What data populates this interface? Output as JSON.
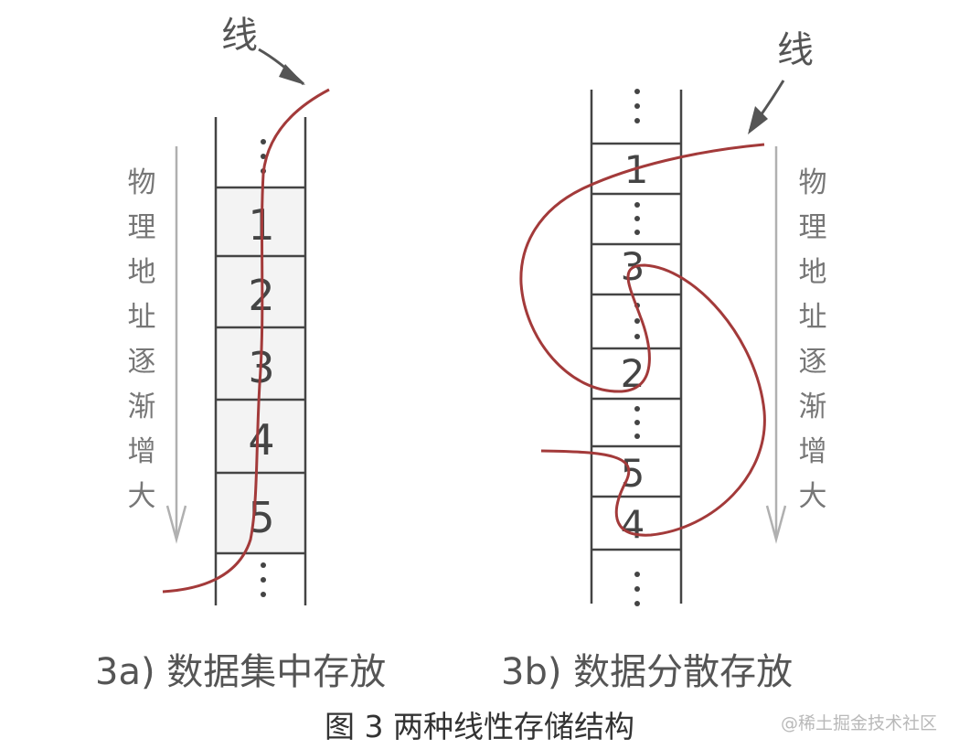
{
  "left_panel": {
    "line_label": "线",
    "axis_label_chars": [
      "物",
      "理",
      "地",
      "址",
      "逐",
      "渐",
      "增",
      "大"
    ],
    "cells": [
      "1",
      "2",
      "3",
      "4",
      "5"
    ],
    "caption": "3a) 数据集中存放"
  },
  "right_panel": {
    "line_label": "线",
    "axis_label_chars": [
      "物",
      "理",
      "地",
      "址",
      "逐",
      "渐",
      "增",
      "大"
    ],
    "cells": [
      "1",
      "3",
      "2",
      "5",
      "4"
    ],
    "caption": "3b) 数据分散存放"
  },
  "figure_caption": "图 3 两种线性存储结构",
  "watermark": "@稀土掘金技术社区",
  "colors": {
    "line": "#a33a3a",
    "border": "#444444",
    "filled_cell": "#f3f3f3",
    "axis_arrow": "#b0b0b0",
    "axis_text": "#777777",
    "label_text": "#555555"
  }
}
